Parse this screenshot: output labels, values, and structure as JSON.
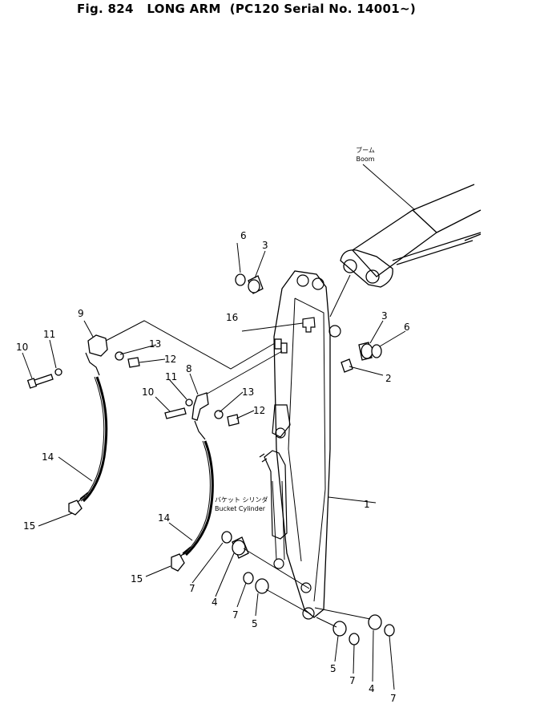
{
  "header": {
    "title": "Fig. 824   LONG ARM  (PC120 Serial No. 14001~)"
  },
  "labels": {
    "boom_jp": "ブーム",
    "boom": "Boom",
    "bucket_cylinder_jp": "バケット シリンダ",
    "bucket_cylinder": "Bucket Cylinder"
  },
  "callouts": {
    "c1": "1",
    "c2": "2",
    "c3a": "3",
    "c3b": "3",
    "c4a": "4",
    "c4b": "4",
    "c5a": "5",
    "c5b": "5",
    "c6a": "6",
    "c6b": "6",
    "c7a": "7",
    "c7b": "7",
    "c7c": "7",
    "c7d": "7",
    "c8": "8",
    "c9": "9",
    "c10a": "10",
    "c10b": "10",
    "c11a": "11",
    "c11b": "11",
    "c12a": "12",
    "c12b": "12",
    "c13a": "13",
    "c13b": "13",
    "c14a": "14",
    "c14b": "14",
    "c15a": "15",
    "c15b": "15",
    "c16": "16"
  }
}
